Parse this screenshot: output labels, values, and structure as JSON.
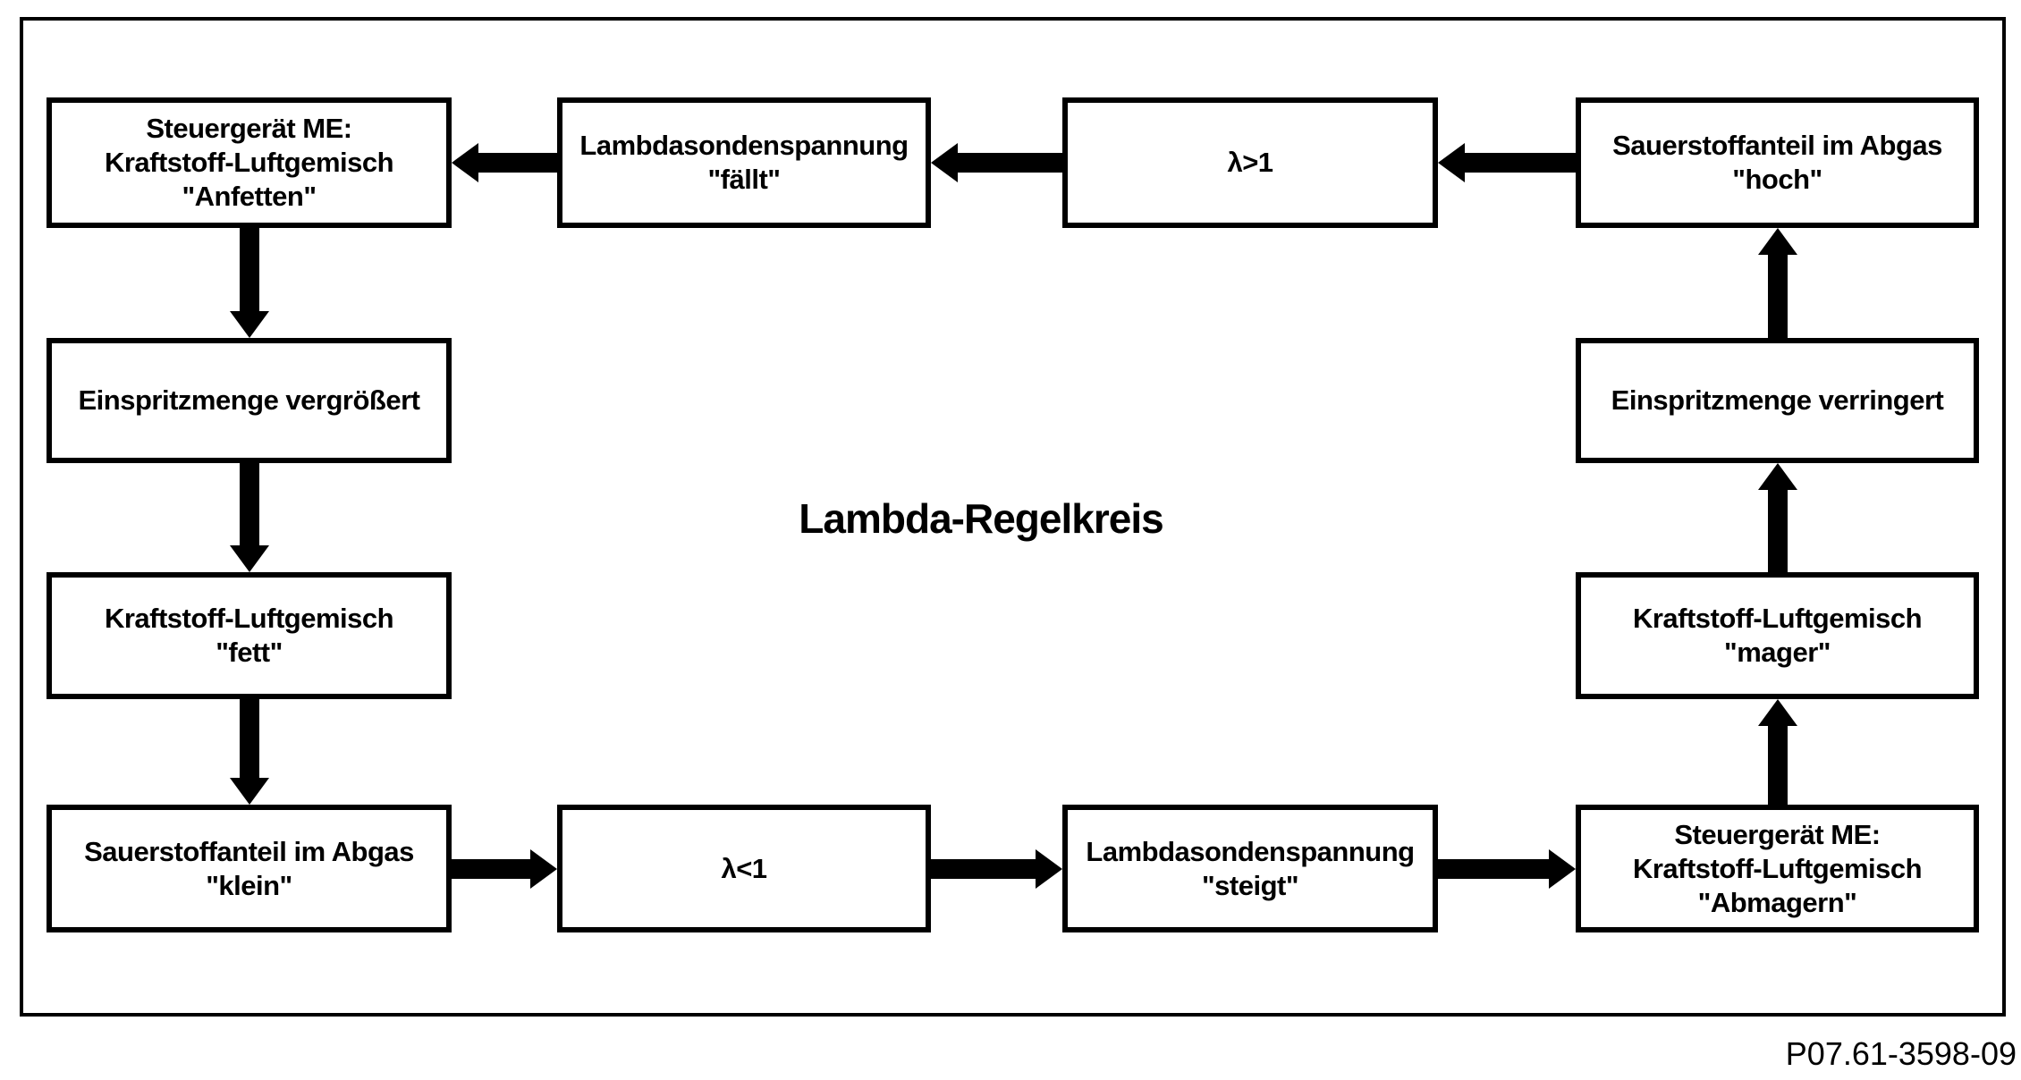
{
  "diagram": {
    "title": "Lambda-Regelkreis",
    "reference_number": "P07.61-3598-09",
    "colors": {
      "line": "#000000",
      "background": "#ffffff"
    },
    "boxes": [
      {
        "id": "steuergeraet-anfetten",
        "lines": [
          "Steuergerät ME:",
          "Kraftstoff-Luftgemisch",
          "\"Anfetten\""
        ]
      },
      {
        "id": "lambdasondenspannung-faellt",
        "lines": [
          "Lambdasondenspannung",
          "\"fällt\""
        ]
      },
      {
        "id": "lambda-groesser-1",
        "lines": [
          "λ>1"
        ]
      },
      {
        "id": "sauerstoffanteil-hoch",
        "lines": [
          "Sauerstoffanteil im Abgas",
          "\"hoch\""
        ]
      },
      {
        "id": "einspritzmenge-vergroessert",
        "lines": [
          "Einspritzmenge vergrößert"
        ]
      },
      {
        "id": "einspritzmenge-verringert",
        "lines": [
          "Einspritzmenge verringert"
        ]
      },
      {
        "id": "gemisch-fett",
        "lines": [
          "Kraftstoff-Luftgemisch",
          "\"fett\""
        ]
      },
      {
        "id": "gemisch-mager",
        "lines": [
          "Kraftstoff-Luftgemisch",
          "\"mager\""
        ]
      },
      {
        "id": "sauerstoffanteil-klein",
        "lines": [
          "Sauerstoffanteil im Abgas",
          "\"klein\""
        ]
      },
      {
        "id": "lambda-kleiner-1",
        "lines": [
          "λ<1"
        ]
      },
      {
        "id": "lambdasondenspannung-steigt",
        "lines": [
          "Lambdasondenspannung",
          "\"steigt\""
        ]
      },
      {
        "id": "steuergeraet-abmagern",
        "lines": [
          "Steuergerät ME:",
          "Kraftstoff-Luftgemisch",
          "\"Abmagern\""
        ]
      }
    ],
    "arrows": [
      {
        "from": "sauerstoffanteil-hoch",
        "to": "lambda-groesser-1",
        "direction": "left"
      },
      {
        "from": "lambda-groesser-1",
        "to": "lambdasondenspannung-faellt",
        "direction": "left"
      },
      {
        "from": "lambdasondenspannung-faellt",
        "to": "steuergeraet-anfetten",
        "direction": "left"
      },
      {
        "from": "steuergeraet-anfetten",
        "to": "einspritzmenge-vergroessert",
        "direction": "down"
      },
      {
        "from": "einspritzmenge-vergroessert",
        "to": "gemisch-fett",
        "direction": "down"
      },
      {
        "from": "gemisch-fett",
        "to": "sauerstoffanteil-klein",
        "direction": "down"
      },
      {
        "from": "sauerstoffanteil-klein",
        "to": "lambda-kleiner-1",
        "direction": "right"
      },
      {
        "from": "lambda-kleiner-1",
        "to": "lambdasondenspannung-steigt",
        "direction": "right"
      },
      {
        "from": "lambdasondenspannung-steigt",
        "to": "steuergeraet-abmagern",
        "direction": "right"
      },
      {
        "from": "steuergeraet-abmagern",
        "to": "einspritzmenge-verringert",
        "direction": "up"
      },
      {
        "from": "einspritzmenge-verringert",
        "to": "gemisch-mager",
        "direction": "up"
      },
      {
        "from": "gemisch-mager",
        "to": "sauerstoffanteil-hoch",
        "direction": "up"
      }
    ]
  }
}
